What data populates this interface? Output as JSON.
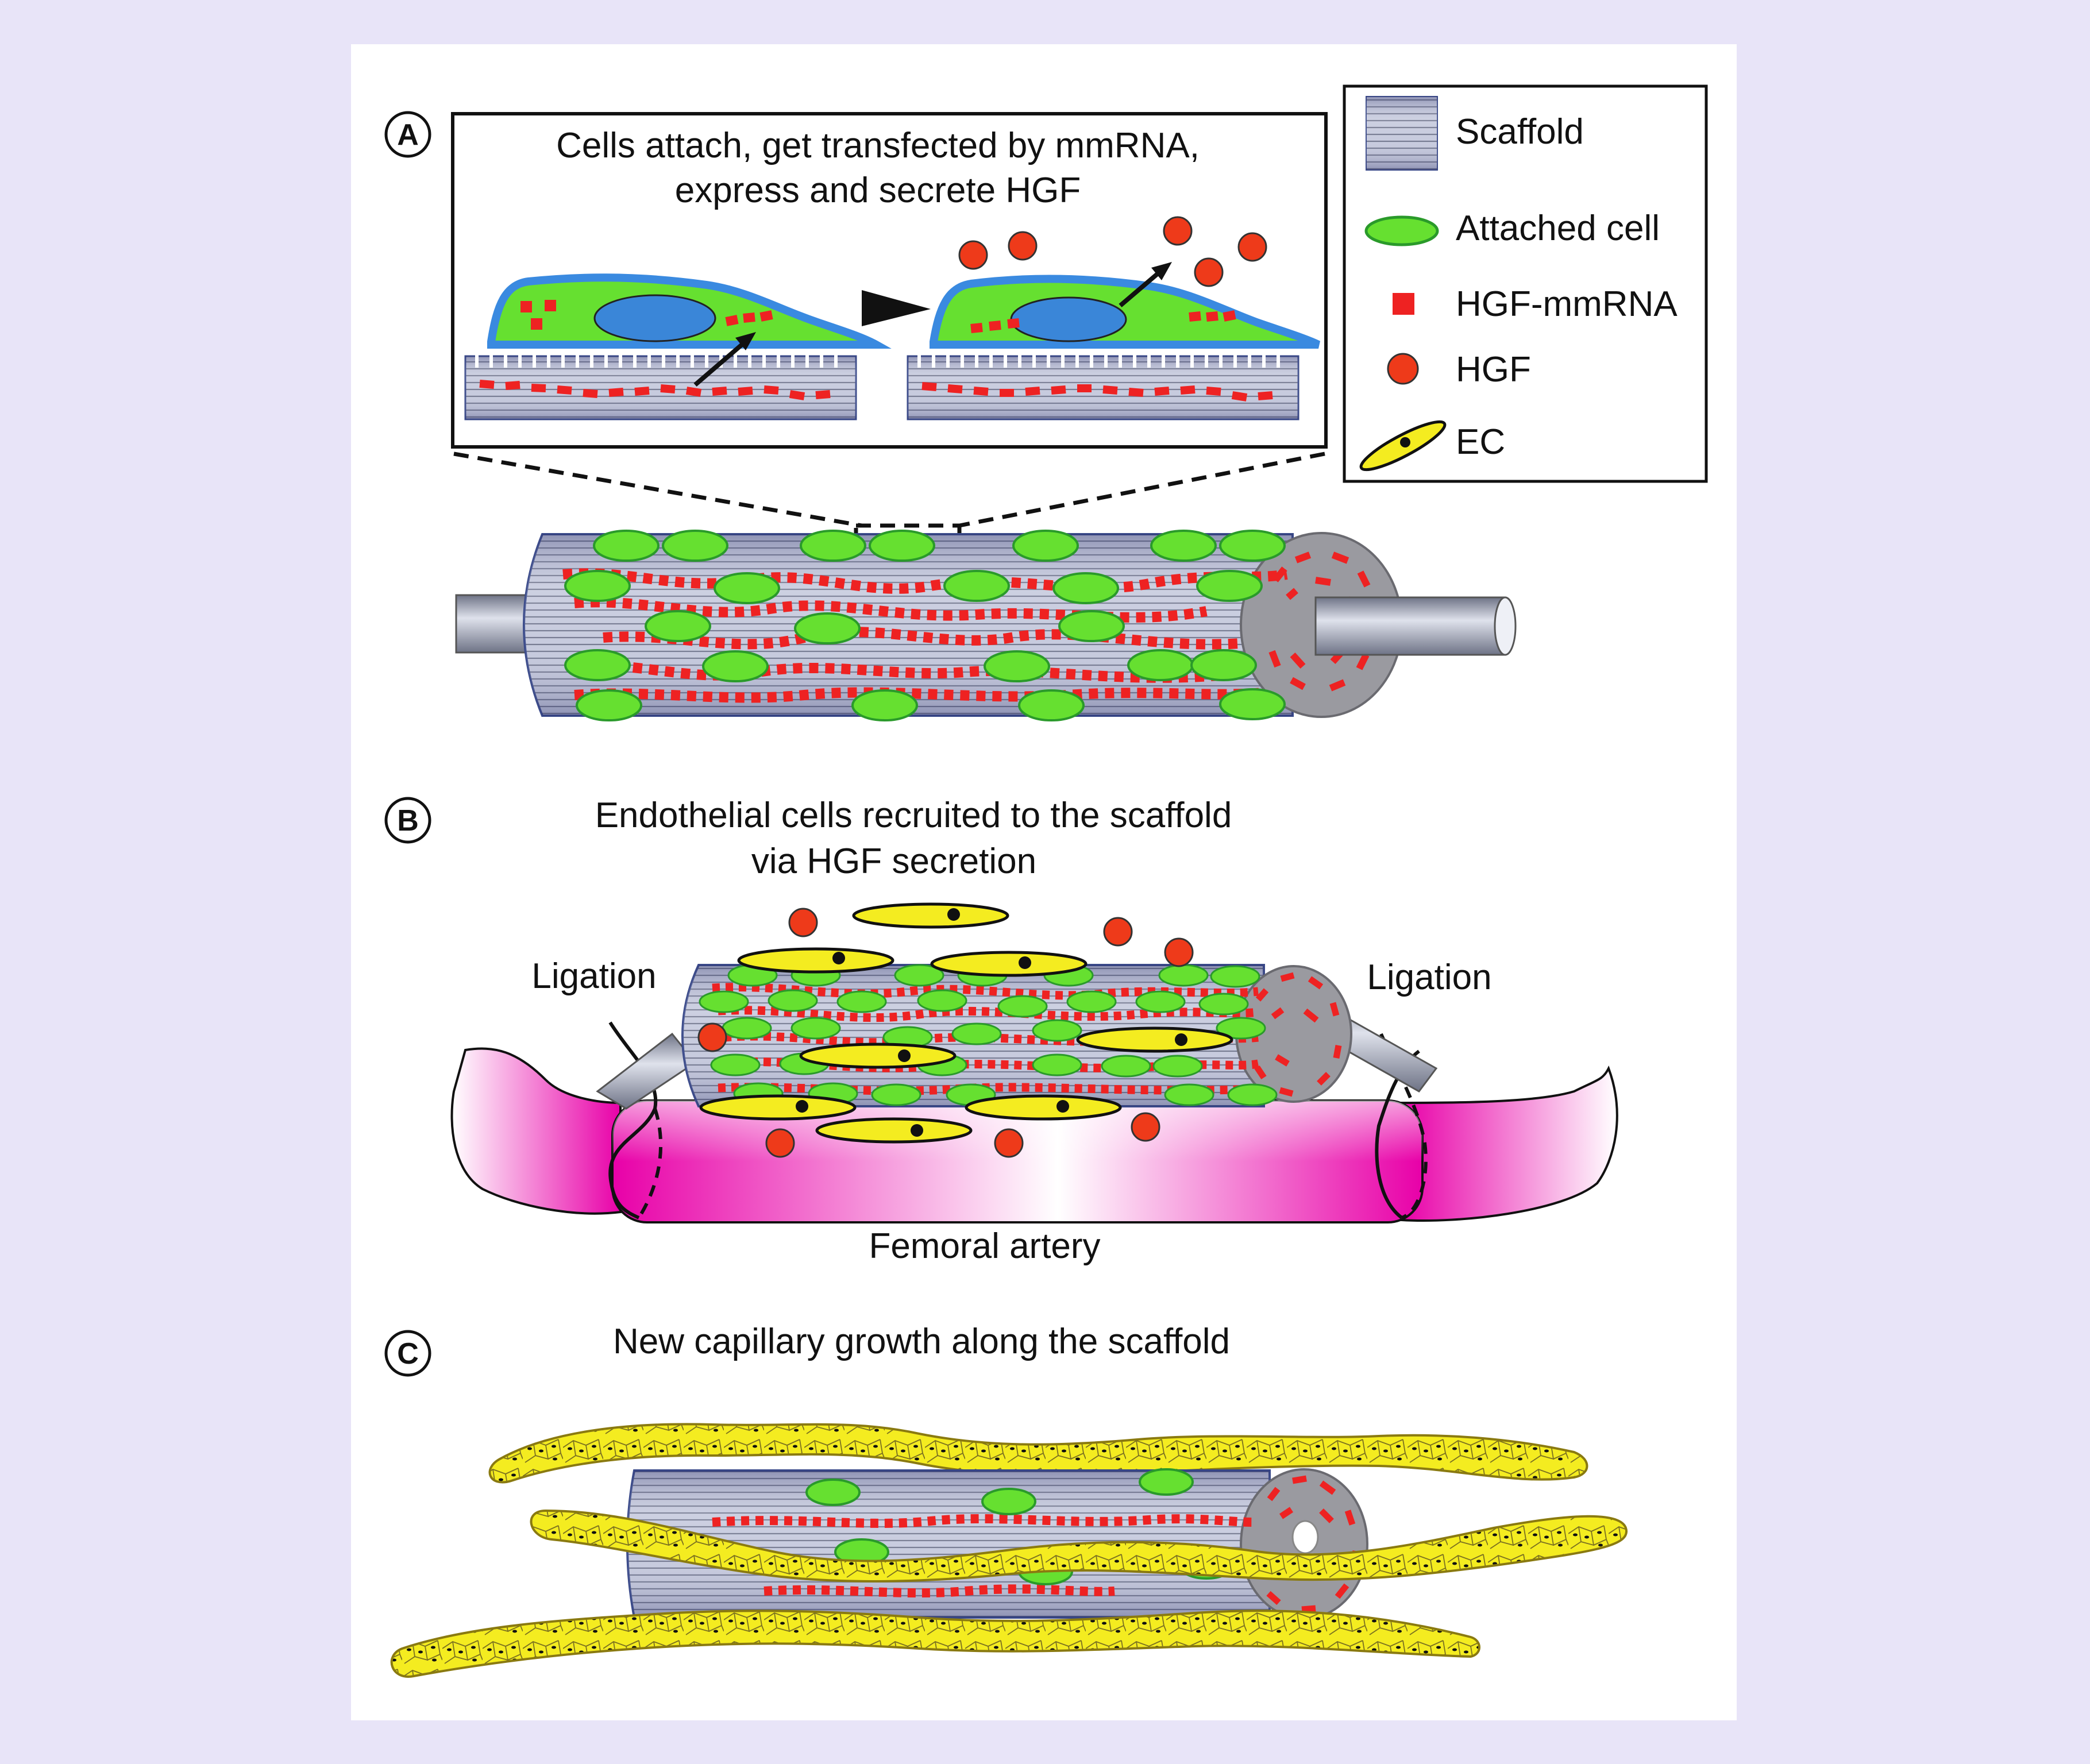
{
  "panels": {
    "a": {
      "letter": "A",
      "caption_line1": "Cells attach, get transfected by mmRNA,",
      "caption_line2": "express and secrete HGF"
    },
    "b": {
      "letter": "B",
      "caption_line1": "Endothelial cells recruited to the scaffold",
      "caption_line2": "via HGF secretion",
      "ligation_left": "Ligation",
      "ligation_right": "Ligation",
      "artery_label": "Femoral artery"
    },
    "c": {
      "letter": "C",
      "caption": "New capillary growth along the scaffold"
    }
  },
  "legend": {
    "items": [
      {
        "label": "Scaffold",
        "icon": "scaffold-icon"
      },
      {
        "label": "Attached cell",
        "icon": "attached-cell-icon"
      },
      {
        "label": "HGF-mmRNA",
        "icon": "hgf-mmrna-icon"
      },
      {
        "label": "HGF",
        "icon": "hgf-icon"
      },
      {
        "label": "EC",
        "icon": "ec-icon"
      }
    ]
  },
  "colors": {
    "background": "#e8e4f8",
    "cell_green": "#66e030",
    "cell_border": "#2a9a2a",
    "cell_membrane": "#3a8ae0",
    "nucleus": "#3a86d8",
    "mmrna_red": "#ee2222",
    "hgf_red": "#ee3a1a",
    "ec_yellow": "#f4ec20",
    "scaffold_grey": "#9aa0b4",
    "artery_magenta": "#e800a8"
  }
}
